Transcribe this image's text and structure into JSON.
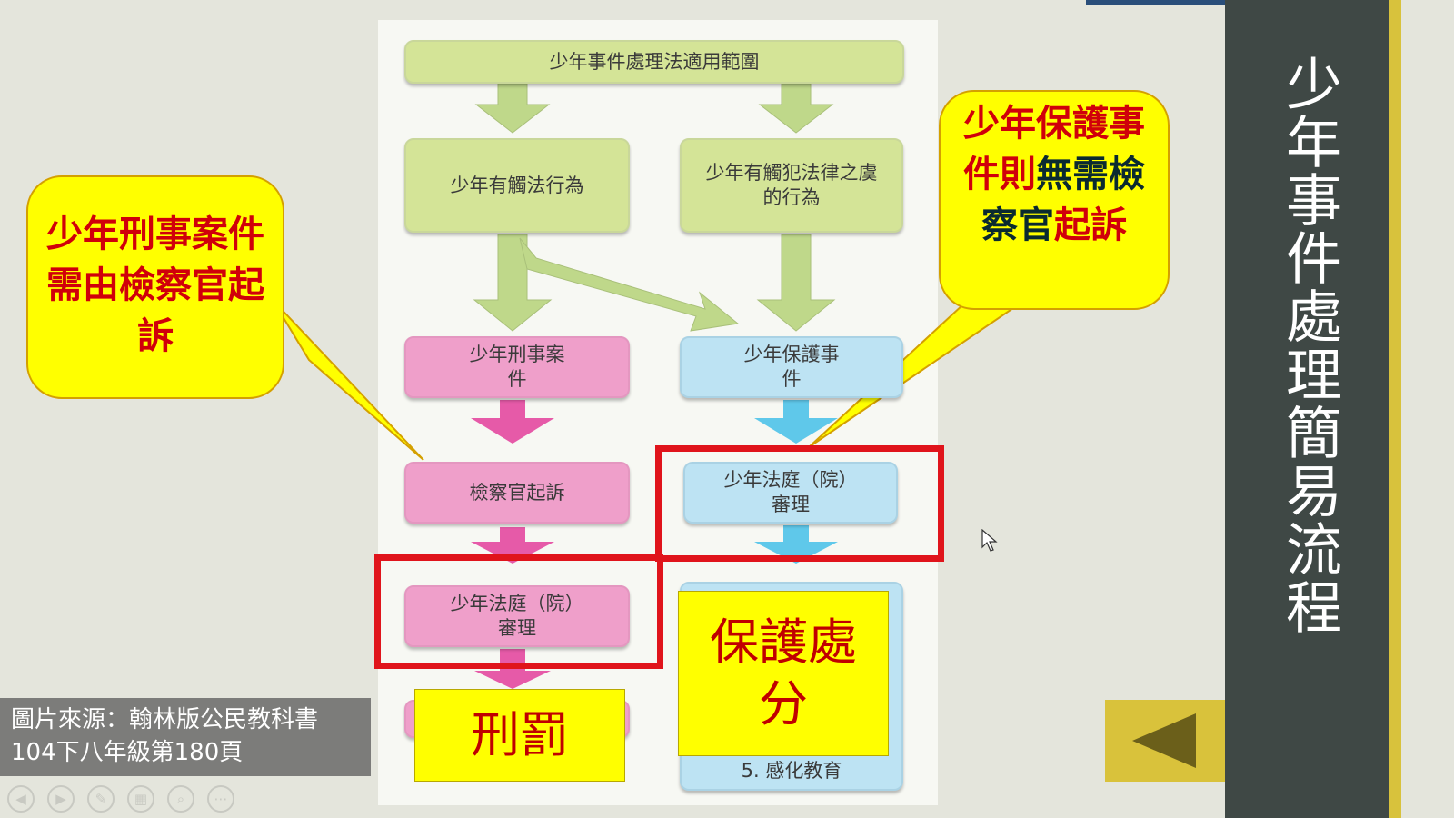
{
  "slide": {
    "title": "少年事件處理簡易流程",
    "source_caption": "圖片來源：翰林版公民教科書104下八年級第180頁"
  },
  "diagram": {
    "top": "少年事件處理法適用範圍",
    "left_cause": "少年有觸法行為",
    "right_cause": "少年有觸犯法律之虞的行為",
    "criminal_case": "少年刑事案件",
    "protection_case": "少年保護事件",
    "prosecutor": "檢察官起訴",
    "right_court": "少年法庭（院）審理",
    "left_court": "少年法庭（院）審理",
    "right_bottom_last": "5. 感化教育"
  },
  "labels": {
    "penalty": "刑罰",
    "protective_disposition": "保護處分"
  },
  "callouts": {
    "left": "少年刑事案件需由檢察官起訴",
    "right_red": "少年保護事件則",
    "right_black_1": "無",
    "right_black_2": "需檢察官",
    "right_red_2": "起訴"
  },
  "colors": {
    "highlight_red": "#e0141b",
    "callout_fill": "#ffff00",
    "green_box": "#d4e497",
    "pink_box": "#ef9fca",
    "blue_box": "#bde3f3"
  },
  "toolbar": {
    "icons": [
      "prev-icon",
      "play-icon",
      "pen-icon",
      "slides-icon",
      "zoom-icon",
      "more-icon"
    ]
  }
}
